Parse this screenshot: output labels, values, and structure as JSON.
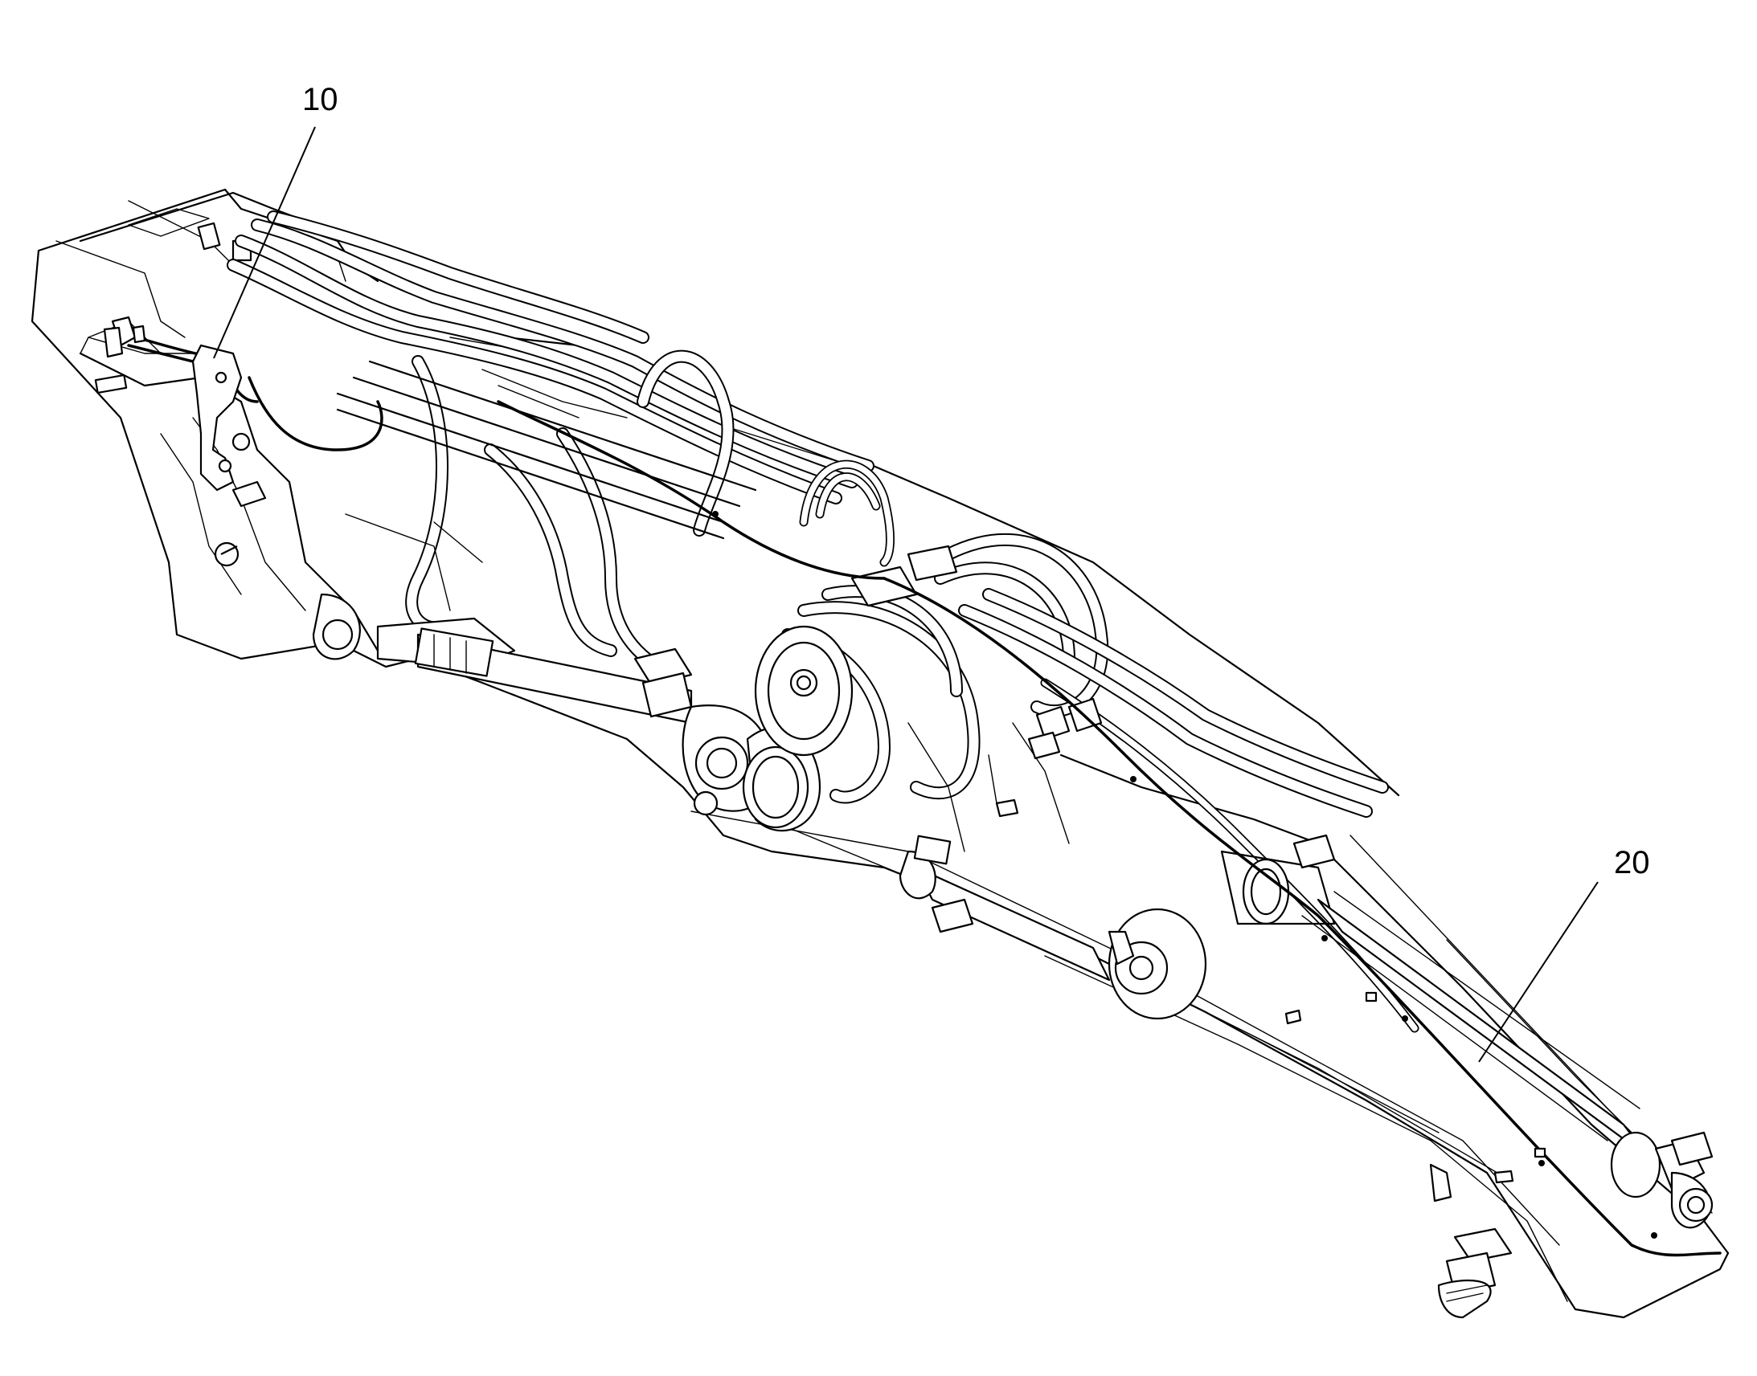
{
  "callouts": [
    {
      "id": "callout-10",
      "label": "10"
    },
    {
      "id": "callout-20",
      "label": "20"
    }
  ],
  "colors": {
    "line": "#000000",
    "background": "#ffffff"
  }
}
